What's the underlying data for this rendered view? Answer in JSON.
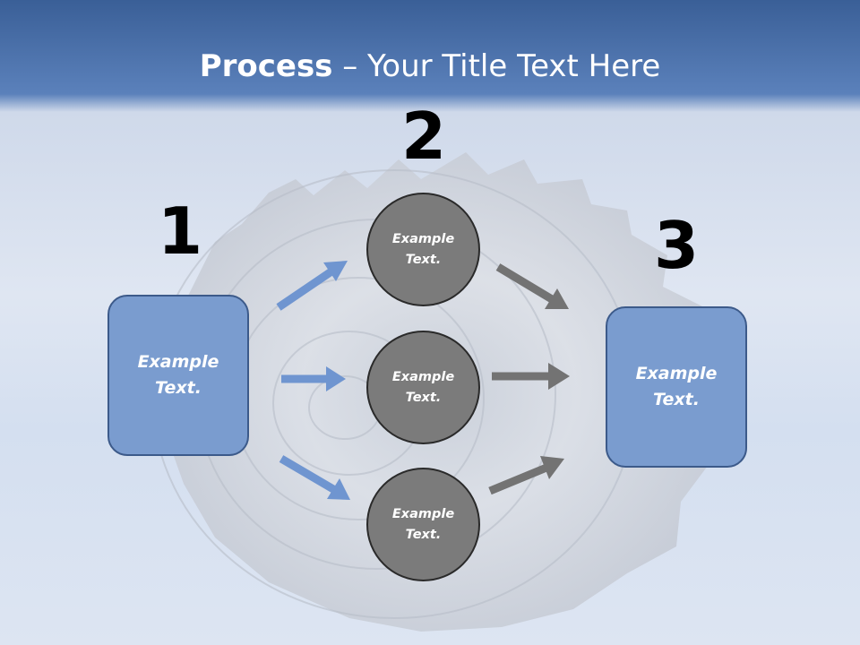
{
  "title": {
    "bold": "Process",
    "rest": " – Your Title Text Here"
  },
  "steps": {
    "one": "1",
    "two": "2",
    "three": "3"
  },
  "boxes": {
    "left": "Example\nText.",
    "right": "Example\nText."
  },
  "circles": {
    "top": "Example\nText.",
    "middle": "Example\nText.",
    "bottom": "Example\nText."
  },
  "colors": {
    "box_fill": "#7a9ccf",
    "circle_fill": "#7b7b7b",
    "blue_arrow": "#6f95d0",
    "gray_arrow": "#737373"
  }
}
